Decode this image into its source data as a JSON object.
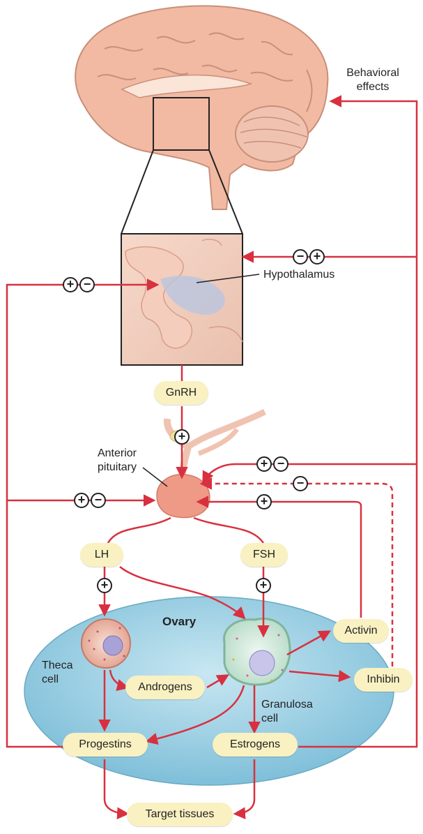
{
  "labels": {
    "behavioral_effects": [
      "Behavioral",
      "effects"
    ],
    "hypothalamus": "Hypothalamus",
    "anterior_pituitary": [
      "Anterior",
      "pituitary"
    ],
    "ovary": "Ovary",
    "theca_cell": [
      "Theca",
      "cell"
    ],
    "granulosa_cell": [
      "Granulosa",
      "cell"
    ]
  },
  "hormones": {
    "gnrh": "GnRH",
    "lh": "LH",
    "fsh": "FSH",
    "activin": "Activin",
    "inhibin": "Inhibin",
    "androgens": "Androgens",
    "progestins": "Progestins",
    "estrogens": "Estrogens",
    "target_tissues": "Target tissues"
  },
  "signs": {
    "plus": "+",
    "minus": "−"
  },
  "colors": {
    "arrow": "#d8303f",
    "hormone_fill": "#f9f1c2",
    "brain": "#f2b9a3",
    "ovary": "#9fd0e3",
    "pituitary": "#ee9a86"
  }
}
